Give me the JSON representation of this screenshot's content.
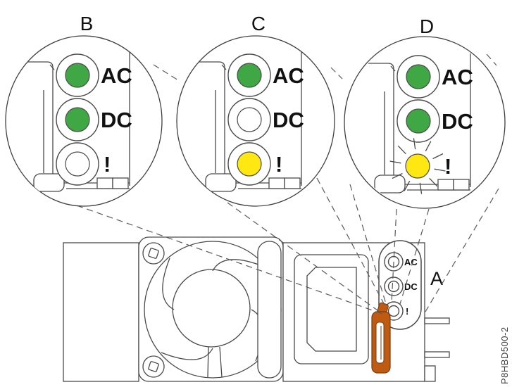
{
  "figure": {
    "figure_code": "P8HBD500-2",
    "callout_a": "A",
    "colors": {
      "led_green": "#3FA845",
      "led_yellow": "#FFE712",
      "led_off": "#FFFFFF",
      "latch_orange": "#BF5A12",
      "outline_gray": "#4A4A4A"
    },
    "callouts": [
      {
        "label": "B",
        "leds": [
          {
            "label": "AC",
            "state": "on",
            "color": "#3FA845"
          },
          {
            "label": "DC",
            "state": "on",
            "color": "#3FA845"
          },
          {
            "label": "!",
            "state": "off",
            "color": "#FFFFFF"
          }
        ]
      },
      {
        "label": "C",
        "leds": [
          {
            "label": "AC",
            "state": "on",
            "color": "#3FA845"
          },
          {
            "label": "DC",
            "state": "off",
            "color": "#FFFFFF"
          },
          {
            "label": "!",
            "state": "on",
            "color": "#FFE712"
          }
        ]
      },
      {
        "label": "D",
        "leds": [
          {
            "label": "AC",
            "state": "on",
            "color": "#3FA845"
          },
          {
            "label": "DC",
            "state": "on",
            "color": "#3FA845"
          },
          {
            "label": "!",
            "state": "blinking",
            "color": "#FFE712"
          }
        ]
      }
    ],
    "panel": {
      "leds": [
        "AC",
        "DC",
        "!"
      ]
    }
  }
}
